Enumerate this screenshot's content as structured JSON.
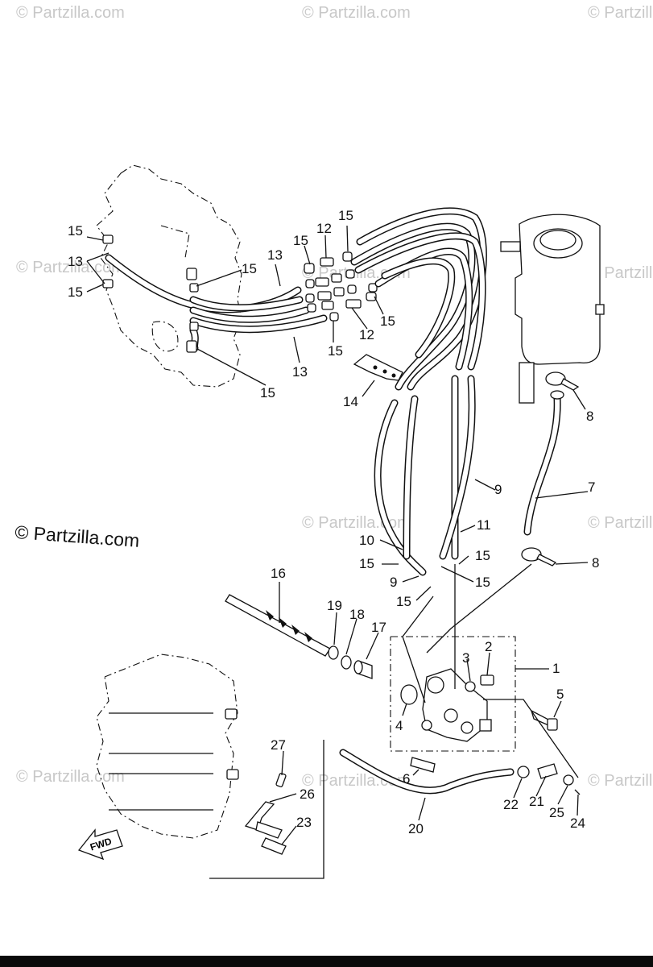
{
  "watermark": {
    "text": "© Partzilla.com",
    "repeat_text": "© Partzilla.com"
  },
  "fwd_label": "FWD",
  "callouts": {
    "c1": "1",
    "c2": "2",
    "c3": "3",
    "c4": "4",
    "c5": "5",
    "c6": "6",
    "c7": "7",
    "c8a": "8",
    "c8b": "8",
    "c9a": "9",
    "c9b": "9",
    "c10": "10",
    "c11": "11",
    "c12a": "12",
    "c12b": "12",
    "c13a": "13",
    "c13b": "13",
    "c13c": "13",
    "c14": "14",
    "c15a": "15",
    "c15b": "15",
    "c15c": "15",
    "c15d": "15",
    "c15e": "15",
    "c15f": "15",
    "c15g": "15",
    "c15h": "15",
    "c15i": "15",
    "c15j": "15",
    "c15k": "15",
    "c15l": "15",
    "c16": "16",
    "c17": "17",
    "c18": "18",
    "c19": "19",
    "c20": "20",
    "c21": "21",
    "c22": "22",
    "c23": "23",
    "c24": "24",
    "c25": "25",
    "c26": "26",
    "c27": "27"
  }
}
